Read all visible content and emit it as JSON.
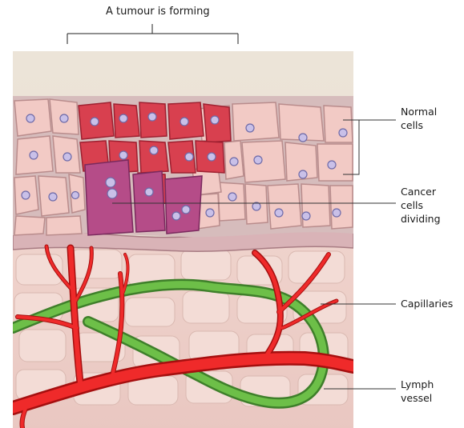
{
  "title": "A tumour is forming",
  "labels": {
    "normal_cells": [
      "Normal",
      "cells"
    ],
    "cancer_cells_dividing": [
      "Cancer",
      "cells",
      "dividing"
    ],
    "capillaries": [
      "Capillaries"
    ],
    "lymph_vessel": [
      "Lymph",
      "vessel"
    ]
  },
  "colors": {
    "background": "#ece2d6",
    "normal_cell": "#f2c8c4",
    "tumour_cell": "#d9384a",
    "dividing_cell": "#b54a86",
    "capillary": "#e21d1d",
    "lymph_vessel": "#5cad3c"
  }
}
